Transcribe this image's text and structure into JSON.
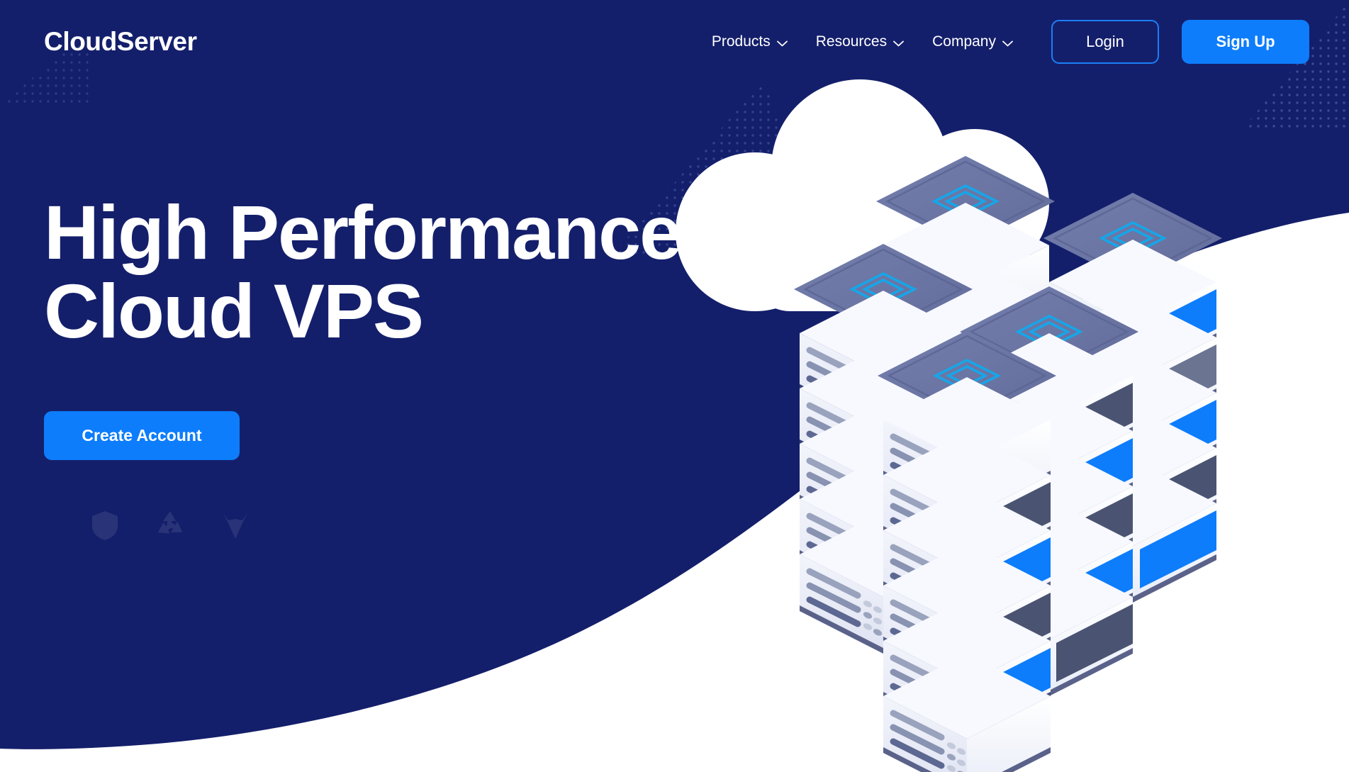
{
  "brand": {
    "name": "CloudServer"
  },
  "colors": {
    "navy": "#141f6b",
    "accent_blue": "#0d7dfb",
    "login_border": "#1c7ef9",
    "server_top": "#6b75a3",
    "server_logo_cyan": "#16a6e8",
    "screen_blue": "#0d7dfb",
    "screen_grey": "#5b6480",
    "white": "#ffffff"
  },
  "header": {
    "nav": [
      {
        "label": "Products",
        "icon": "chevron-down-icon"
      },
      {
        "label": "Resources",
        "icon": "chevron-down-icon"
      },
      {
        "label": "Company",
        "icon": "chevron-down-icon"
      }
    ],
    "login_label": "Login",
    "signup_label": "Sign Up"
  },
  "hero": {
    "headline_line1": "High Performance",
    "headline_line2": "Cloud VPS",
    "cta_label": "Create Account"
  },
  "decor": {
    "cloud": "cloud-shape",
    "dots_topleft": "dot-grid-pattern",
    "dots_topright": "dot-grid-pattern",
    "dots_center": "dot-grid-pattern",
    "illustration": "isometric-server-stack-illustration",
    "partners": [
      {
        "icon": "shield-icon"
      },
      {
        "icon": "recycle-icon"
      },
      {
        "icon": "fox-head-icon"
      }
    ]
  }
}
